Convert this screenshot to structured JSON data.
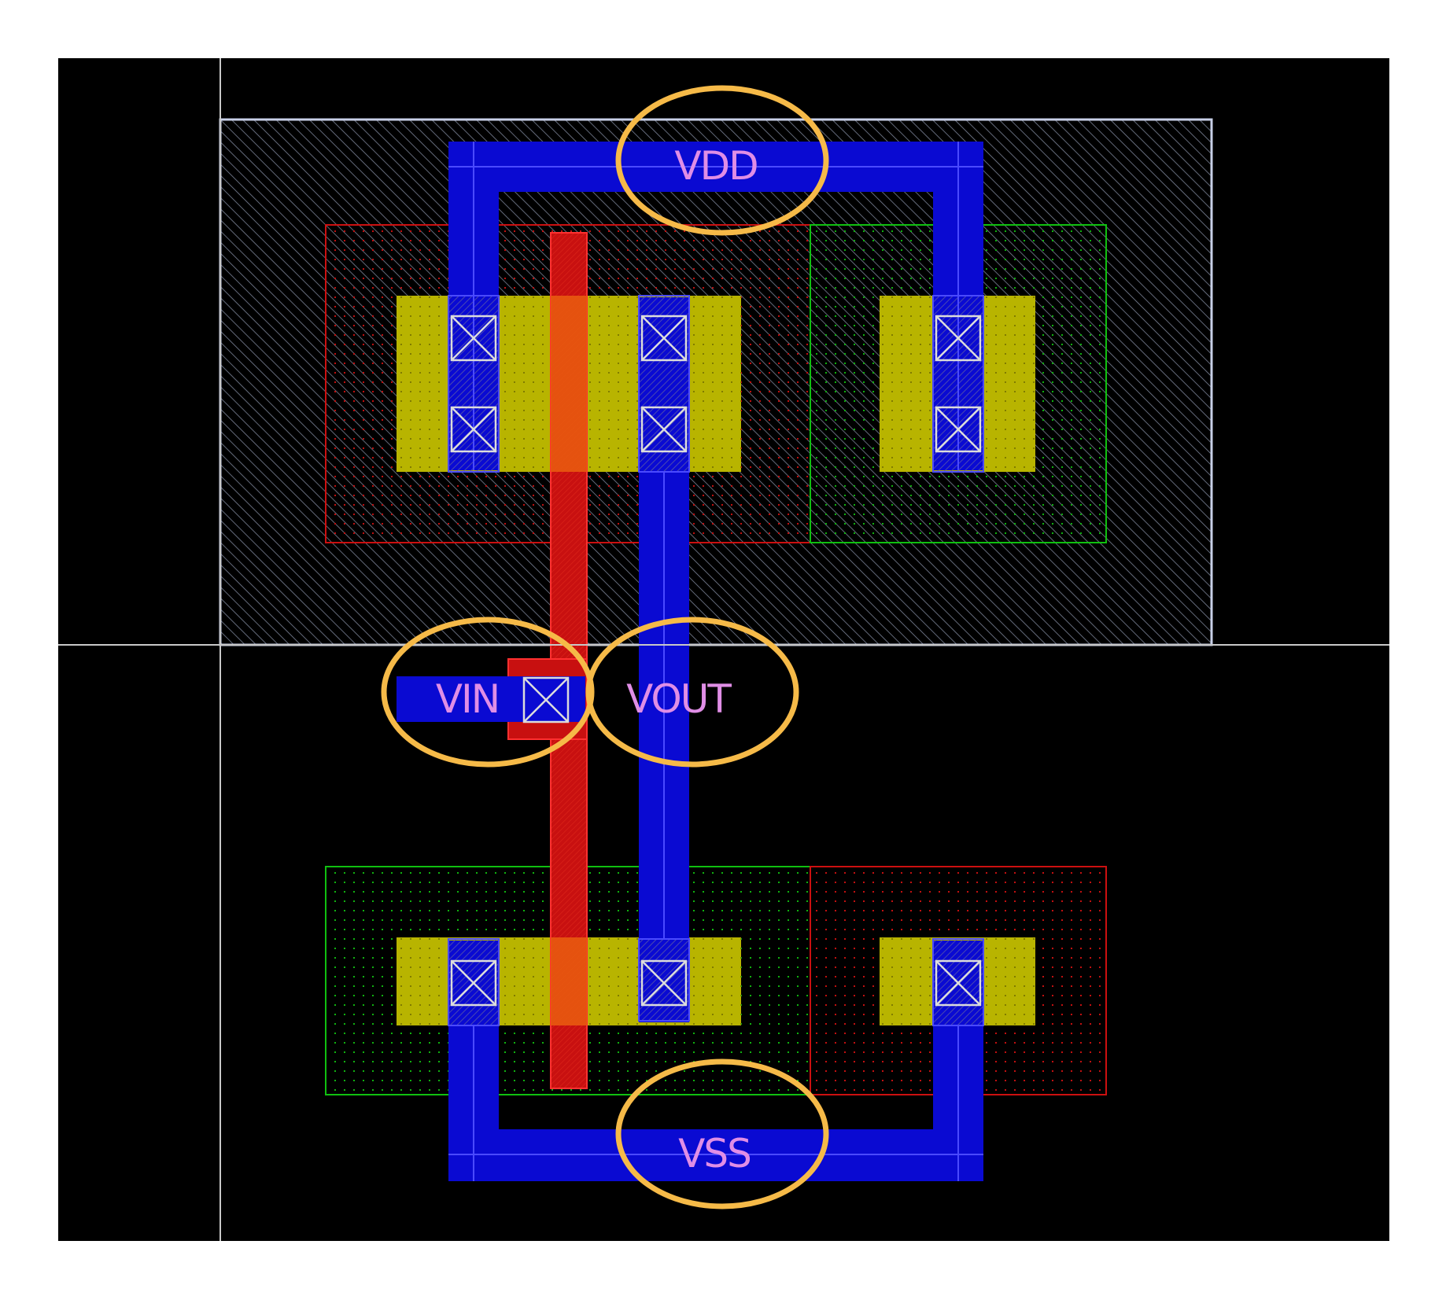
{
  "labels": {
    "vdd": "VDD",
    "vin": "VIN",
    "vout": "VOUT",
    "vss": "VSS"
  },
  "colors": {
    "background": "#000000",
    "metal1": "#0a0ad2",
    "poly": "#d41010",
    "active": "#b8b400",
    "nwell_outline": "#c8d0e8",
    "nplus_outline": "#cc1010",
    "pplus_outline": "#10c010",
    "contact": "#dcdcdc",
    "highlight": "#f6ba48",
    "label": "#e08ee6"
  },
  "icons": {
    "contact": "cross-box-icon"
  }
}
